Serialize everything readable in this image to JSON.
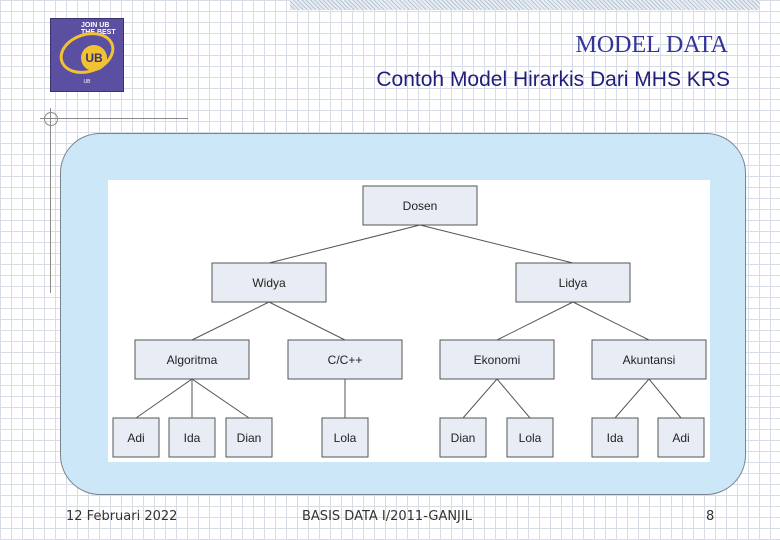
{
  "header": {
    "title": "MODEL DATA",
    "subtitle": "Contoh Model Hirarkis Dari MHS KRS",
    "logo_text": "JOIN UB THE BEST",
    "logo_letters": "UB"
  },
  "tree": {
    "root": "Dosen",
    "level1": [
      "Widya",
      "Lidya"
    ],
    "level2": [
      "Algoritma",
      "C/C++",
      "Ekonomi",
      "Akuntansi"
    ],
    "level3": [
      "Adi",
      "Ida",
      "Dian",
      "Lola",
      "Dian",
      "Lola",
      "Ida",
      "Adi"
    ]
  },
  "footer": {
    "date": "12 Februari 2022",
    "course": "BASIS DATA I/2011-GANJIL",
    "page": "8"
  },
  "colors": {
    "node_fill": "#e8edf5",
    "panel": "#cce8f8",
    "title": "#333399"
  }
}
